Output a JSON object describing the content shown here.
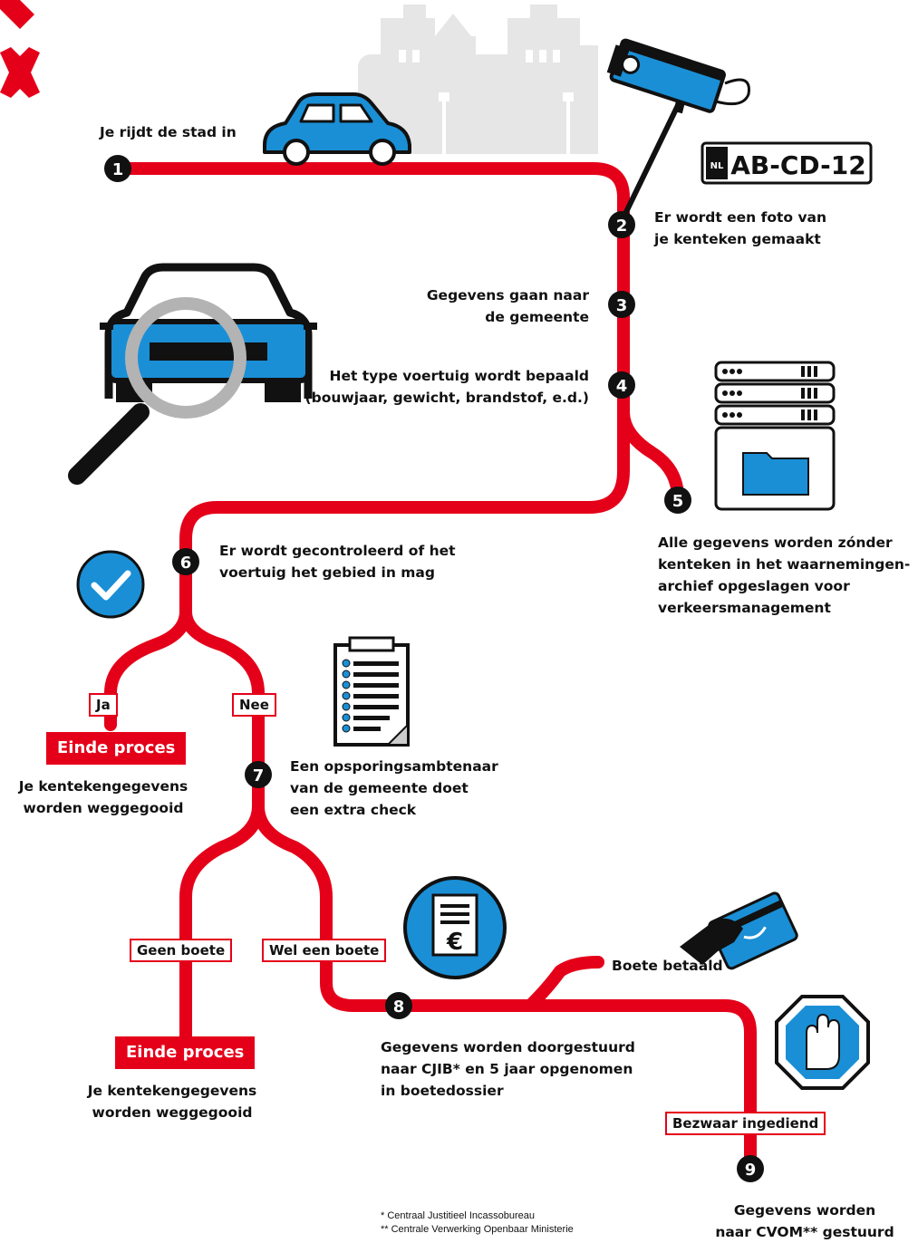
{
  "colors": {
    "route_red": "#e5001a",
    "icon_blue": "#1a8fd6",
    "dark": "#111111",
    "skyline_grey": "#e6e6e6",
    "lens_grey": "#b3b3b3"
  },
  "icons": {
    "logo": "amsterdam-xxx-logo",
    "skyline": "city-skyline",
    "car": "car-icon",
    "camera": "surveillance-camera-icon",
    "plate": "license-plate",
    "magnifier": "car-magnifier-icon",
    "server": "server-archive-icon",
    "check": "checkmark-icon",
    "clipboard": "clipboard-icon",
    "invoice": "euro-invoice-icon",
    "card": "payment-card-icon",
    "stop": "stop-hand-sign-icon"
  },
  "plate": {
    "country": "NL",
    "number": "AB-CD-12"
  },
  "steps": [
    {
      "num": "1",
      "text": "Je rijdt de stad in"
    },
    {
      "num": "2",
      "text": "Er wordt een foto van\nje kenteken gemaakt"
    },
    {
      "num": "3",
      "text": "Gegevens gaan naar\nde gemeente"
    },
    {
      "num": "4",
      "text": "Het type voertuig wordt bepaald\n(bouwjaar, gewicht, brandstof, e.d.)"
    },
    {
      "num": "5",
      "text": "Alle gegevens worden zónder\nkenteken in het waarnemingen-\narchief opgeslagen voor\nverkeersmanagement"
    },
    {
      "num": "6",
      "text": "Er wordt gecontroleerd of het\nvoertuig het gebied in mag"
    },
    {
      "num": "7",
      "text": "Een opsporingsambtenaar\nvan de gemeente doet\neen extra check"
    },
    {
      "num": "8",
      "text": "Gegevens worden doorgestuurd\nnaar CJIB* en 5 jaar opgenomen\nin boetedossier"
    },
    {
      "num": "9",
      "text": "Gegevens worden\nnaar CVOM** gestuurd"
    }
  ],
  "branches": {
    "ja": "Ja",
    "nee": "Nee",
    "geen_boete": "Geen boete",
    "wel_boete": "Wel een boete",
    "boete_betaald": "Boete betaald",
    "bezwaar": "Bezwaar ingediend"
  },
  "end_process": {
    "label": "Einde proces",
    "text": "Je kentekengegevens\nworden weggegooid"
  },
  "footnotes": [
    "*   Centraal Justitieel Incassobureau",
    "**  Centrale Verwerking Openbaar Ministerie"
  ]
}
